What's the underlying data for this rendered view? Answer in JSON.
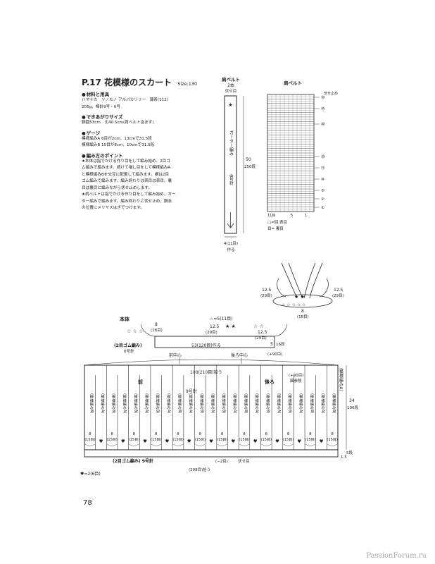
{
  "header": {
    "page_ref": "P.17",
    "title": "花模様のスカート",
    "size_label": "Size:130"
  },
  "materials": {
    "heading": "材料と用具",
    "lines": [
      "ハマナカ　ソノモノ アルパカリリー　薄茶(112)",
      "205g、棒針9号・6号"
    ]
  },
  "finished_size": {
    "heading": "できあがりサイズ",
    "lines": [
      "胴囲53cm　丈40.5cm(肩ベルト含まず)"
    ]
  },
  "gauge": {
    "heading": "ゲージ",
    "lines": [
      "模様編みA 6目が2cm、13cmで31.5段",
      "模様編みB 15目が8cm、10cmで31.5段"
    ]
  },
  "points": {
    "heading": "編み方のポイント",
    "lines": [
      "★本体は指でかける作り目をして編み始め、2目ゴ",
      "ム編みで編みます。続けて増し目をして模様編みA",
      "と模様編みBを交互に配置して編みます。裾は2目",
      "ゴム編みで編みます。編み終わりは表目は表目、裏",
      "目は裏目に編みながら伏せ止めします。",
      "★肩ベルトは指でかける作り目をして編み始め、ガー",
      "ター編みで編みます。編み終わりに伏せ止め、胴衣",
      "の位置にメリヤスはぎでつけます。"
    ]
  },
  "shoulder_strap": {
    "title": "肩ベルト",
    "count": "2本",
    "bind_off": "伏せ目",
    "stitch": "ガーター編み",
    "needle": "6号針",
    "length_cm": "50",
    "length_rows": "250段",
    "width": "4(11目)",
    "cast_on": "作る"
  },
  "strap_chart": {
    "title": "肩ベルト",
    "bind_off_mark": "伏せ止め",
    "row_labels": [
      "㊿",
      "㊺",
      "㊵",
      "⑳",
      "⑮",
      "⑩",
      "⑤",
      "②",
      "①"
    ],
    "col_labels": [
      "11目",
      "5",
      "1"
    ],
    "legend_knit": "□=回 表目",
    "legend_purl": "目= 裏目"
  },
  "assembly": {
    "left_dim": "12.5",
    "left_sts": "(29目)",
    "right_dim": "12.5",
    "right_sts": "(29目)",
    "center_dim": "8",
    "center_sts": "(18目)"
  },
  "body": {
    "title": "本体",
    "star_note": "☆=5(11目)",
    "top_center": "8",
    "top_center_sts": "(18目)",
    "top_side": "12.5",
    "top_side_sts": "(29目)",
    "top_right": "12.5",
    "top_right_sts": "(29目)",
    "waist_band": "(2目ゴム編み)",
    "waist_needle": "6号針",
    "waist_cast": "53(120目)作る",
    "waist_height": "5",
    "waist_rows": "16段",
    "plus_rows": "(+90目)",
    "front_center": "前中心",
    "back_center": "後ろ中心",
    "width_total": "100(210目)拾う",
    "front": "前",
    "back": "後ろ",
    "needle9": "9号針",
    "plus90": "(+90目)",
    "increase_ref": "図参照",
    "side_pattern": "(模様編みA)",
    "length": "34",
    "length_rows": "106段",
    "panels": [
      "(模様編みB)",
      "(模様編みA)",
      "(模様編みB)",
      "(模様編みA)",
      "(模様編みB)",
      "(模様編みA)",
      "(模様編みB)",
      "(模様編みA)",
      "(模様編みB)",
      "(模様編みA)",
      "(模様編みB)",
      "(模様編みA)",
      "(模様編みB)",
      "(模様編みA)",
      "(模様編みB)",
      "(模様編みA)",
      "(模様編みB)",
      "(模様編みA)",
      "(模様編みB)",
      "(模様編みA)",
      "(模様編みB)",
      "(模様編みA)",
      "(模様編みB)"
    ],
    "panel_b_dim": "8",
    "panel_b_sts": "(15目)",
    "heart": "♥",
    "hem_band": "(2目ゴム編み) 9号針",
    "hem_dec": "(−2目)",
    "hem_bind": "伏せ目",
    "hem_total": "(208目)拾う",
    "hem_height": "1.5",
    "hem_rows": "5段",
    "heart_note": "♥=2(6目)"
  },
  "footer": {
    "page_number": "78",
    "site": "PassionForum.ru"
  }
}
